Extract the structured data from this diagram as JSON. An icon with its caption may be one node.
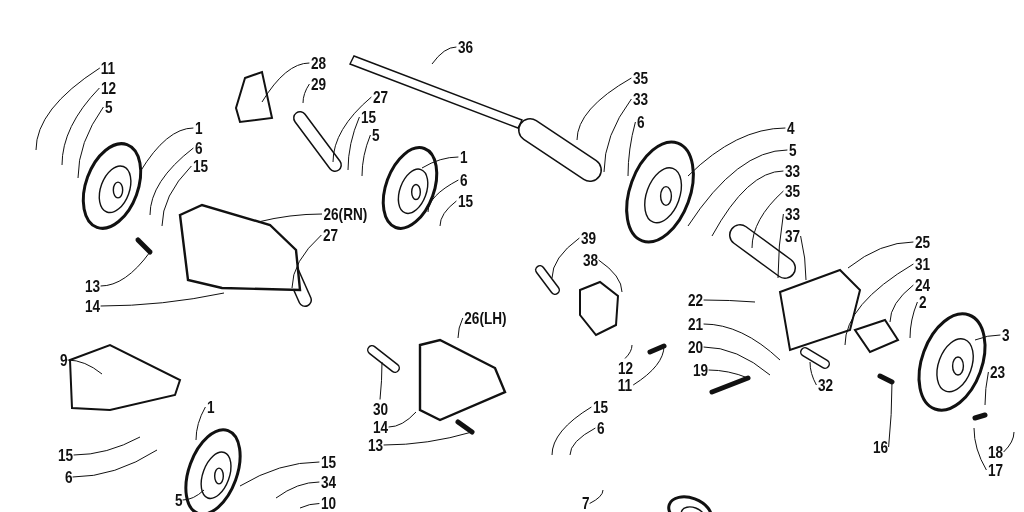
{
  "diagram": {
    "nodes": [
      {
        "text": [
          "11"
        ]
      },
      {
        "text": [
          "12"
        ]
      },
      {
        "text": [
          "5"
        ]
      },
      {
        "text": [
          "1"
        ]
      },
      {
        "text": [
          "6"
        ]
      },
      {
        "text": [
          "15"
        ]
      },
      {
        "text": [
          "26(RN)"
        ]
      },
      {
        "text": [
          "27"
        ]
      },
      {
        "text": [
          "13"
        ]
      },
      {
        "text": [
          "14"
        ]
      },
      {
        "text": [
          "28"
        ]
      },
      {
        "text": [
          "29"
        ]
      },
      {
        "text": [
          "36"
        ]
      },
      {
        "text": [
          "27"
        ]
      },
      {
        "text": [
          "15"
        ]
      },
      {
        "text": [
          "5"
        ]
      },
      {
        "text": [
          "1"
        ]
      },
      {
        "text": [
          "6"
        ]
      },
      {
        "text": [
          "15"
        ]
      },
      {
        "text": [
          "35"
        ]
      },
      {
        "text": [
          "33"
        ]
      },
      {
        "text": [
          "6"
        ]
      },
      {
        "text": [
          "4"
        ]
      },
      {
        "text": [
          "5"
        ]
      },
      {
        "text": [
          "33"
        ]
      },
      {
        "text": [
          "35"
        ]
      },
      {
        "text": [
          "33"
        ]
      },
      {
        "text": [
          "37"
        ]
      },
      {
        "text": [
          "39"
        ]
      },
      {
        "text": [
          "38"
        ]
      },
      {
        "text": [
          "25"
        ]
      },
      {
        "text": [
          "31"
        ]
      },
      {
        "text": [
          "24"
        ]
      },
      {
        "text": [
          "2"
        ]
      },
      {
        "text": [
          "3"
        ]
      },
      {
        "text": [
          "22"
        ]
      },
      {
        "text": [
          "21"
        ]
      },
      {
        "text": [
          "20"
        ]
      },
      {
        "text": [
          "19"
        ]
      },
      {
        "text": [
          "32"
        ]
      },
      {
        "text": [
          "16"
        ]
      },
      {
        "text": [
          "23"
        ]
      },
      {
        "text": [
          "18"
        ]
      },
      {
        "text": [
          "17"
        ]
      },
      {
        "text": [
          "26(LH)"
        ]
      },
      {
        "text": [
          "30"
        ]
      },
      {
        "text": [
          "14"
        ]
      },
      {
        "text": [
          "13"
        ]
      },
      {
        "text": [
          "12"
        ]
      },
      {
        "text": [
          "11"
        ]
      },
      {
        "text": [
          "15"
        ]
      },
      {
        "text": [
          "6"
        ]
      },
      {
        "text": [
          "7"
        ]
      },
      {
        "text": [
          "9"
        ]
      },
      {
        "text": [
          "1"
        ]
      },
      {
        "text": [
          "15"
        ]
      },
      {
        "text": [
          "6"
        ]
      },
      {
        "text": [
          "15"
        ]
      },
      {
        "text": [
          "34"
        ]
      },
      {
        "text": [
          "10"
        ]
      },
      {
        "text": [
          "5"
        ]
      }
    ],
    "edges": [
      {
        "from": 0,
        "to": null,
        "arrow": "none"
      },
      {
        "from": 1,
        "to": null,
        "arrow": "none"
      },
      {
        "from": 2,
        "to": null,
        "arrow": "none"
      },
      {
        "from": 3,
        "to": null,
        "arrow": "none"
      },
      {
        "from": 4,
        "to": null,
        "arrow": "none"
      },
      {
        "from": 5,
        "to": null,
        "arrow": "none"
      },
      {
        "from": 6,
        "to": null,
        "arrow": "none"
      },
      {
        "from": 7,
        "to": null,
        "arrow": "none"
      },
      {
        "from": 8,
        "to": null,
        "arrow": "none"
      },
      {
        "from": 9,
        "to": null,
        "arrow": "none"
      },
      {
        "from": 10,
        "to": null,
        "arrow": "none"
      },
      {
        "from": 11,
        "to": null,
        "arrow": "none"
      },
      {
        "from": 12,
        "to": null,
        "arrow": "none"
      },
      {
        "from": 13,
        "to": null,
        "arrow": "none"
      },
      {
        "from": 14,
        "to": null,
        "arrow": "none"
      },
      {
        "from": 15,
        "to": null,
        "arrow": "none"
      },
      {
        "from": 16,
        "to": null,
        "arrow": "none"
      },
      {
        "from": 17,
        "to": null,
        "arrow": "none"
      },
      {
        "from": 18,
        "to": null,
        "arrow": "none"
      },
      {
        "from": 19,
        "to": null,
        "arrow": "none"
      },
      {
        "from": 20,
        "to": null,
        "arrow": "none"
      },
      {
        "from": 21,
        "to": null,
        "arrow": "none"
      },
      {
        "from": 22,
        "to": null,
        "arrow": "none"
      },
      {
        "from": 23,
        "to": null,
        "arrow": "none"
      },
      {
        "from": 24,
        "to": null,
        "arrow": "none"
      },
      {
        "from": 25,
        "to": null,
        "arrow": "none"
      },
      {
        "from": 26,
        "to": null,
        "arrow": "none"
      },
      {
        "from": 27,
        "to": null,
        "arrow": "none"
      },
      {
        "from": 28,
        "to": null,
        "arrow": "none"
      },
      {
        "from": 29,
        "to": null,
        "arrow": "none"
      },
      {
        "from": 30,
        "to": null,
        "arrow": "none"
      },
      {
        "from": 31,
        "to": null,
        "arrow": "none"
      },
      {
        "from": 32,
        "to": null,
        "arrow": "none"
      },
      {
        "from": 33,
        "to": null,
        "arrow": "none"
      },
      {
        "from": 34,
        "to": null,
        "arrow": "none"
      },
      {
        "from": 35,
        "to": null,
        "arrow": "none"
      },
      {
        "from": 36,
        "to": null,
        "arrow": "none"
      },
      {
        "from": 37,
        "to": null,
        "arrow": "none"
      },
      {
        "from": 38,
        "to": null,
        "arrow": "none"
      },
      {
        "from": 39,
        "to": null,
        "arrow": "none"
      },
      {
        "from": 40,
        "to": null,
        "arrow": "none"
      },
      {
        "from": 41,
        "to": null,
        "arrow": "none"
      },
      {
        "from": 42,
        "to": null,
        "arrow": "none"
      },
      {
        "from": 43,
        "to": null,
        "arrow": "none"
      },
      {
        "from": 44,
        "to": null,
        "arrow": "none"
      },
      {
        "from": 45,
        "to": null,
        "arrow": "none"
      },
      {
        "from": 46,
        "to": null,
        "arrow": "none"
      },
      {
        "from": 47,
        "to": null,
        "arrow": "none"
      },
      {
        "from": 48,
        "to": null,
        "arrow": "none"
      },
      {
        "from": 49,
        "to": null,
        "arrow": "none"
      },
      {
        "from": 50,
        "to": null,
        "arrow": "none"
      },
      {
        "from": 51,
        "to": null,
        "arrow": "none"
      },
      {
        "from": 52,
        "to": null,
        "arrow": "none"
      },
      {
        "from": 53,
        "to": null,
        "arrow": "none"
      },
      {
        "from": 54,
        "to": null,
        "arrow": "none"
      },
      {
        "from": 55,
        "to": null,
        "arrow": "none"
      },
      {
        "from": 56,
        "to": null,
        "arrow": "none"
      },
      {
        "from": 57,
        "to": null,
        "arrow": "none"
      },
      {
        "from": 58,
        "to": null,
        "arrow": "none"
      },
      {
        "from": 59,
        "to": null,
        "arrow": "none"
      },
      {
        "from": 60,
        "to": null,
        "arrow": "none"
      }
    ]
  }
}
